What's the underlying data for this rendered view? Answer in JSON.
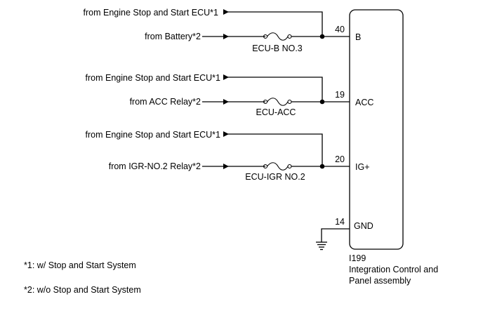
{
  "sources": {
    "b_ess": "from Engine Stop and Start ECU*1",
    "b_main": "from Battery*2",
    "acc_ess": "from Engine Stop and Start ECU*1",
    "acc_main": "from ACC Relay*2",
    "ig_ess": "from Engine Stop and Start ECU*1",
    "ig_main": "from IGR-NO.2 Relay*2"
  },
  "fuses": {
    "b": "ECU-B NO.3",
    "acc": "ECU-ACC",
    "ig": "ECU-IGR NO.2"
  },
  "pins": {
    "b": {
      "number": "40",
      "name": "B"
    },
    "acc": {
      "number": "19",
      "name": "ACC"
    },
    "ig": {
      "number": "20",
      "name": "IG+"
    },
    "gnd": {
      "number": "14",
      "name": "GND"
    }
  },
  "component": {
    "code": "I199",
    "name_line1": "Integration Control and",
    "name_line2": "Panel assembly"
  },
  "notes": {
    "note1": "*1: w/ Stop and Start System",
    "note2": "*2: w/o Stop and Start System"
  }
}
